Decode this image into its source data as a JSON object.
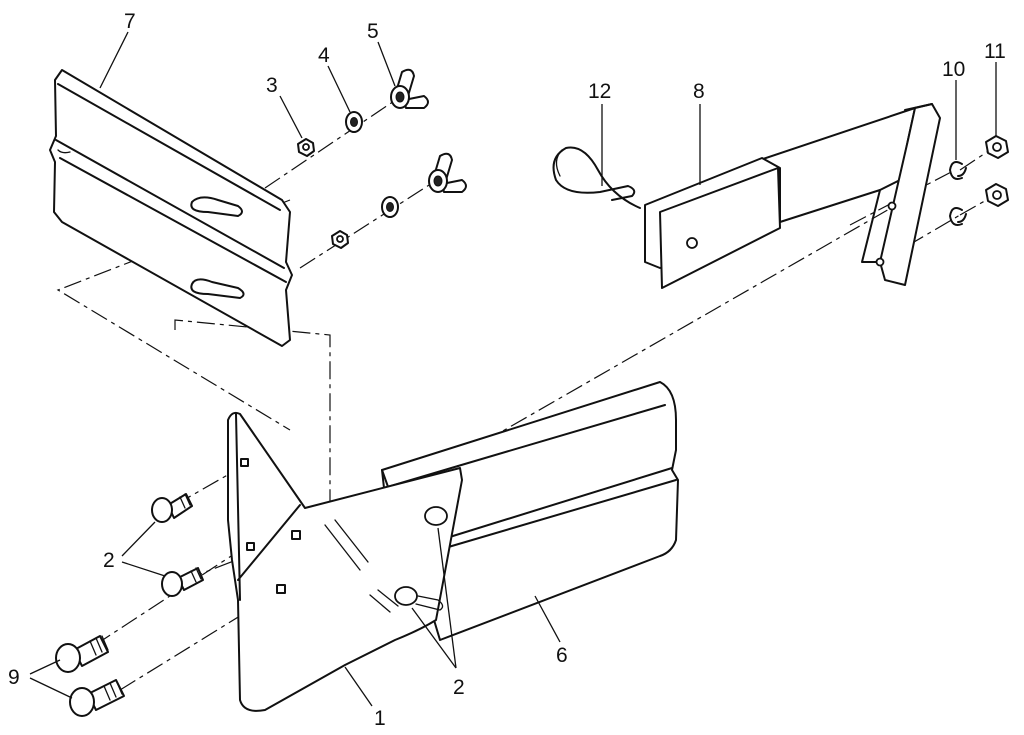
{
  "callouts": {
    "c1": "1",
    "c2a": "2",
    "c2b": "2",
    "c3": "3",
    "c4": "4",
    "c5": "5",
    "c6": "6",
    "c7": "7",
    "c8": "8",
    "c9": "9",
    "c10": "10",
    "c11": "11",
    "c12": "12"
  },
  "colors": {
    "ink": "#111111",
    "paper": "#ffffff"
  }
}
